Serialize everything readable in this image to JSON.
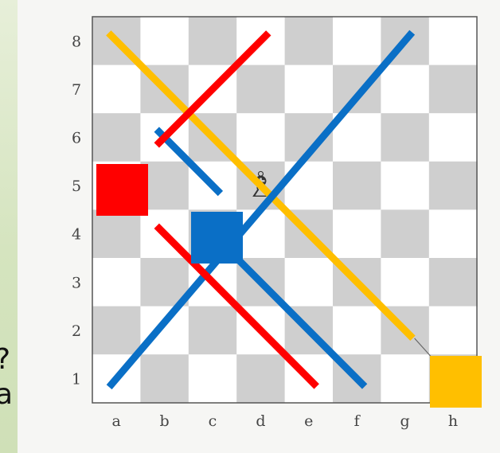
{
  "board": {
    "ranks": [
      "1",
      "2",
      "3",
      "4",
      "5",
      "6",
      "7",
      "8"
    ],
    "files": [
      "a",
      "b",
      "c",
      "d",
      "e",
      "f",
      "g",
      "h"
    ]
  },
  "left_edge_text": [
    "?",
    "a"
  ],
  "pieces": [
    {
      "type": "bishop",
      "color": "white",
      "square": "d5",
      "glyph": "♗"
    }
  ],
  "markers": [
    {
      "name": "red-square-marker",
      "color": "#ff0000",
      "square": "a5"
    },
    {
      "name": "blue-square-marker",
      "color": "#0a6fc6",
      "square": "c4"
    },
    {
      "name": "yellow-square-marker",
      "color": "#ffbf00",
      "square": "h1"
    }
  ],
  "colors": {
    "light_square": "#ffffff",
    "dark_square": "#cfcfcf",
    "red": "#ff0000",
    "blue": "#0a6fc6",
    "yellow": "#ffbf00"
  },
  "lines": [
    {
      "name": "yellow-diagonal-line",
      "color": "yellow",
      "from": "a8",
      "to": "g2"
    },
    {
      "name": "blue-diagonal-line-long",
      "color": "blue",
      "from": "a1",
      "to": "g8"
    },
    {
      "name": "blue-diagonal-line-short",
      "color": "blue",
      "from": "b6",
      "to": "c5"
    },
    {
      "name": "blue-diagonal-line-right",
      "color": "blue",
      "from": "c4",
      "to": "f1"
    },
    {
      "name": "red-diagonal-line-upper",
      "color": "red",
      "from": "b6",
      "to": "d8"
    },
    {
      "name": "red-diagonal-line-lower",
      "color": "red",
      "from": "b4",
      "to": "e1"
    }
  ]
}
